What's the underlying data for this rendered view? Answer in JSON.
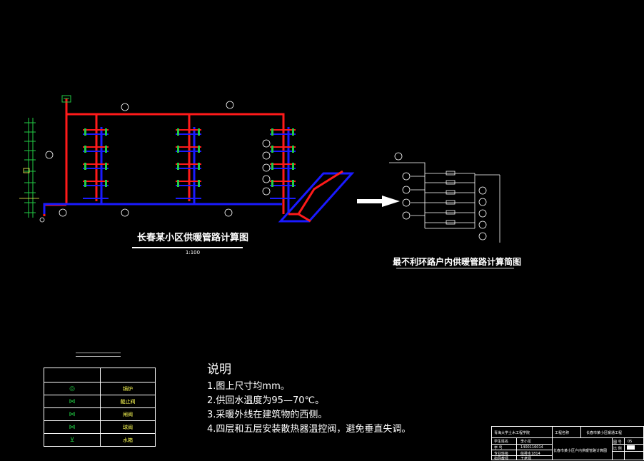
{
  "main_diagram": {
    "title": "长春某小区供暖管路计算图",
    "scale": "1:100"
  },
  "sub_diagram": {
    "title": "最不利环路户内供暖管路计算简图"
  },
  "notes": {
    "heading": "说明",
    "items": [
      "1.图上尺寸均mm。",
      "2.供回水温度为95—70℃。",
      "3.采暖外线在建筑物的西侧。",
      "4.四层和五层安装散热器温控阀，避免垂直失调。"
    ]
  },
  "legend": {
    "rows": [
      {
        "symbol": "boiler-symbol",
        "label": "锅炉"
      },
      {
        "symbol": "stop-valve-symbol",
        "label": "截止阀"
      },
      {
        "symbol": "gate-valve-symbol",
        "label": "闸阀"
      },
      {
        "symbol": "ball-valve-symbol",
        "label": "球阀"
      },
      {
        "symbol": "water-tank-symbol",
        "label": "水箱"
      }
    ]
  },
  "title_block": {
    "school": "青海大学土木工程学院",
    "project_label": "工程名称",
    "project_name": "长春市某小区暖通工程",
    "drawing_name": "长春市某小区户内供暖管路计算图",
    "row1": [
      "学生姓名",
      "李小龙"
    ],
    "row2": [
      "学 号",
      "1400116014"
    ],
    "row3": [
      "专业班级",
      "给排水1814"
    ],
    "row4": [
      "指导教师",
      "王老师"
    ],
    "sheet_no_label": "图 号",
    "sheet_no": "05",
    "scale_label": "比 例"
  },
  "colors": {
    "supply": "#ff1a1a",
    "return": "#1a1aff",
    "valve": "#22cc44",
    "label": "#ffff55",
    "line": "#ffffff"
  }
}
